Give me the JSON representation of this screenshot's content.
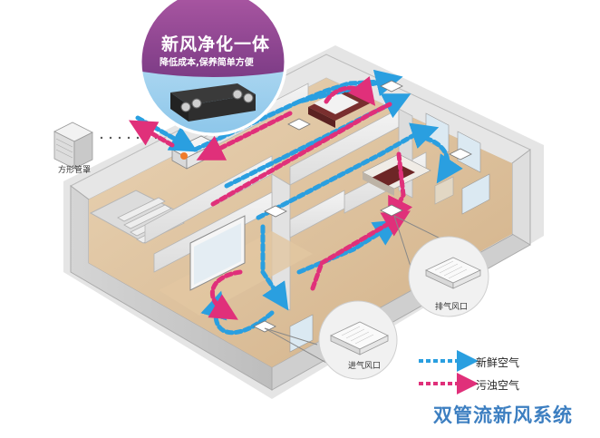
{
  "hero": {
    "title": "新风净化一体",
    "subtitle": "降低成本,保养简单方便"
  },
  "callouts": {
    "duct_cover": "方形管罩",
    "exhaust_vent": "排气风口",
    "supply_vent": "进气风口"
  },
  "legend": {
    "fresh_air": "新鲜空气",
    "stale_air": "污浊空气"
  },
  "footer": {
    "title": "双管流新风系统"
  },
  "colors": {
    "fresh_air": "#2a9fe0",
    "stale_air": "#e0307a",
    "hero_banner": "#9a4a93",
    "title_blue": "#3d7fc1"
  }
}
